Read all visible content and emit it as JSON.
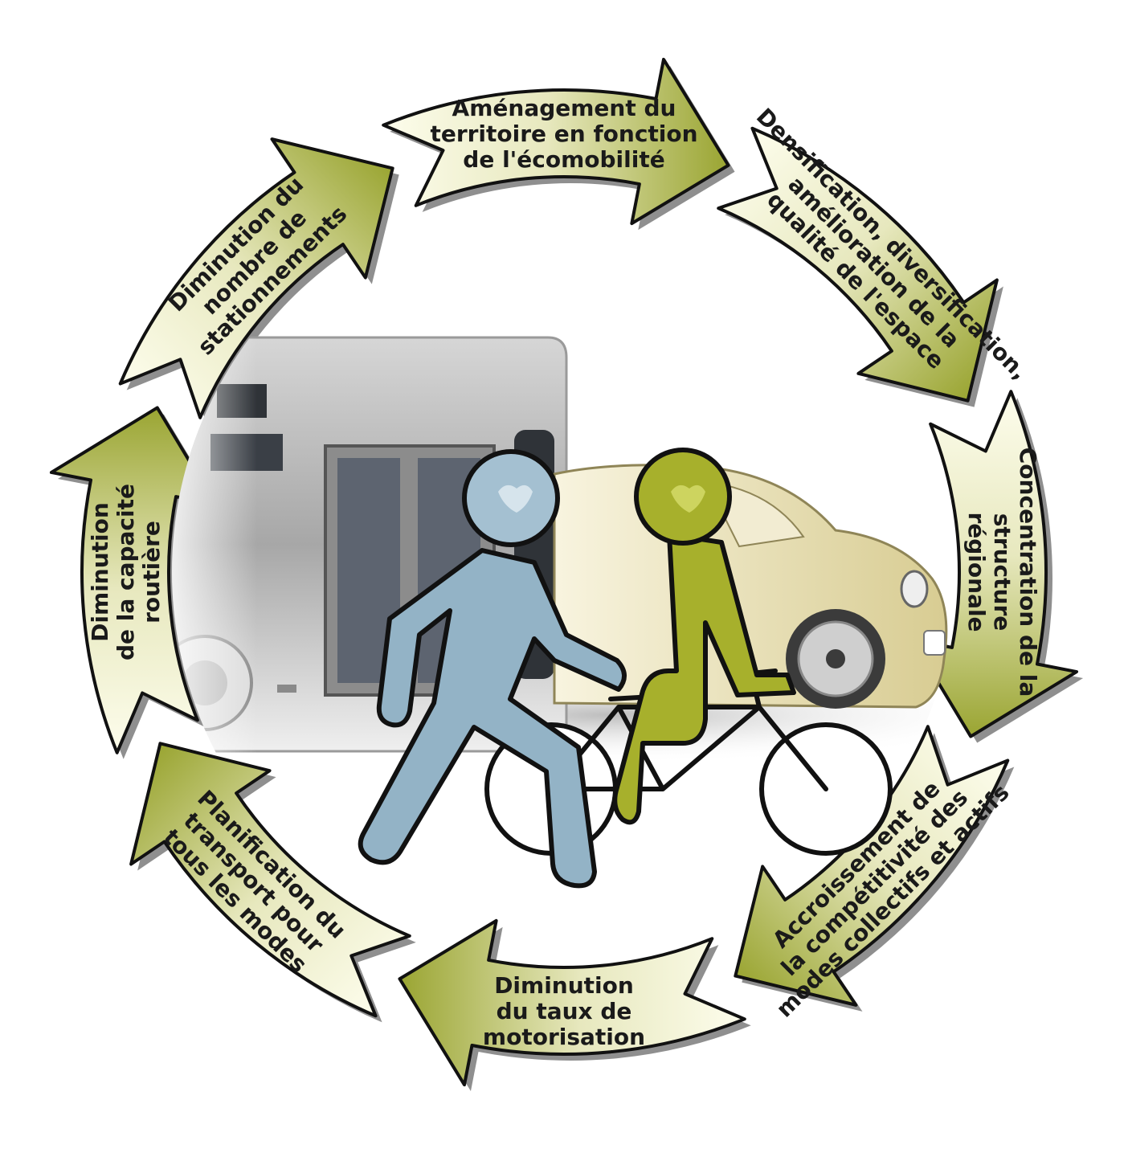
{
  "colors": {
    "ring_dark": "#9aa532",
    "ring_light": "#fbfbe8",
    "shadow": "#8f8f8f",
    "pedestrian": "#93b3c6",
    "cyclist": "#a7b02c",
    "car": "#e3d9a6",
    "bus": "#b8b8b8"
  },
  "cycle_steps": [
    {
      "lines": [
        "Aménagement du",
        "territoire en fonction",
        "de l'écomobilité"
      ]
    },
    {
      "lines": [
        "Densification, diversification,",
        "amélioration de la",
        "qualité de l'espace"
      ]
    },
    {
      "lines": [
        "Concentration de la",
        "structure",
        "régionale"
      ]
    },
    {
      "lines": [
        "Accroissement de",
        "la compétitivité des",
        "modes collectifs et actifs"
      ]
    },
    {
      "lines": [
        "Diminution",
        "du taux de",
        "motorisation"
      ]
    },
    {
      "lines": [
        "Planification du",
        "transport pour",
        "tous les modes"
      ]
    },
    {
      "lines": [
        "Diminution",
        "de la capacité",
        "routière"
      ]
    },
    {
      "lines": [
        "Diminution du",
        "nombre de",
        "stationnements"
      ]
    }
  ],
  "center_image": {
    "elements": [
      "bus",
      "car",
      "pedestrian",
      "cyclist",
      "bicycle"
    ]
  }
}
